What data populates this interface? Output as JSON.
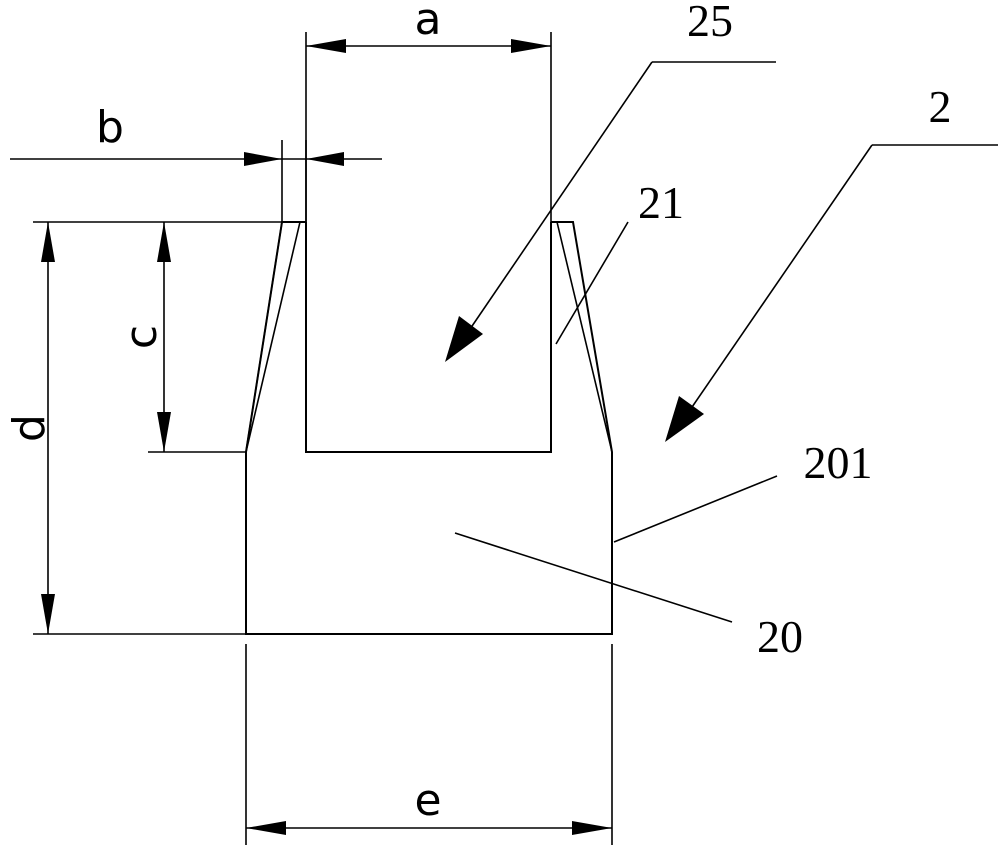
{
  "dimensions": {
    "a": "a",
    "b": "b",
    "c": "c",
    "d": "d",
    "e": "e"
  },
  "reference_numerals": {
    "n25": "25",
    "n2": "2",
    "n21": "21",
    "n201": "201",
    "n20": "20"
  },
  "colors": {
    "line": "#000000",
    "background": "#ffffff"
  }
}
